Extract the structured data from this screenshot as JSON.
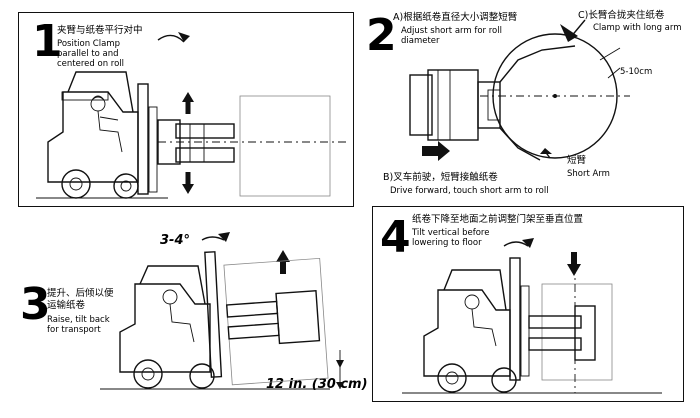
{
  "step1": {
    "number": "1",
    "title_cn": "夹臂与纸卷平行对中",
    "title_en": "Position Clamp\nparallel to and\ncentered on roll"
  },
  "step2": {
    "number": "2",
    "a_cn": "A)根据纸卷直径大小调整短臂",
    "a_en": "Adjust short arm for roll\ndiameter",
    "c_cn": "C)长臂合拢夹住纸卷",
    "c_en": "Clamp with long arm",
    "gap": "5-10cm",
    "short_arm_cn": "短臂",
    "short_arm_en": "Short Arm",
    "b_cn": "B)叉车前驶，短臂接触纸卷",
    "b_en": "Drive forward, touch short arm to roll"
  },
  "step3": {
    "number": "3",
    "title_cn": "提升、后倾以便\n运输纸卷",
    "title_en": "Raise, tilt back\nfor transport",
    "angle": "3-4°",
    "height": "12 in. (30 cm)"
  },
  "step4": {
    "number": "4",
    "title_cn": "纸卷下降至地面之前调整门架至垂直位置",
    "title_en": "Tilt vertical before\nlowering to floor"
  },
  "icons": [
    "rotate-arrow-icon",
    "up-arrow-icon",
    "down-arrow-icon",
    "right-arrow-icon",
    "forklift-icon"
  ]
}
